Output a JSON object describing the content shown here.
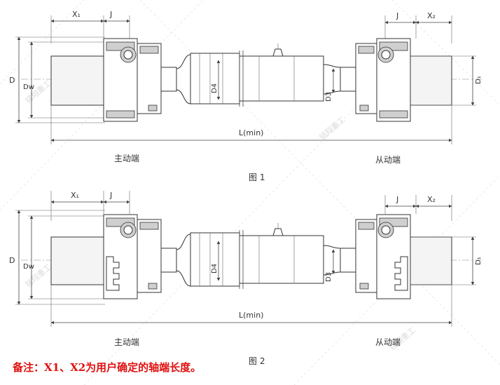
{
  "figure1": {
    "caption": "图 1",
    "labels": {
      "x1": "X₁",
      "j_left": "J",
      "j_right": "J",
      "x2": "X₂",
      "d": "D",
      "dw": "Dᴡ",
      "d1": "D₁",
      "d4": "D4",
      "d3": "D3",
      "l": "L(min)",
      "drive_end": "主动端",
      "driven_end": "从动端"
    }
  },
  "figure2": {
    "caption": "图 2",
    "labels": {
      "x1": "X₁",
      "j_left": "J",
      "j_right": "J",
      "x2": "X₂",
      "d": "D",
      "dw": "Dᴡ",
      "d1": "D₁",
      "d4": "D4",
      "d3": "D3",
      "l": "L(min)",
      "drive_end": "主动端",
      "driven_end": "从动端"
    }
  },
  "watermark": "铭翔重工",
  "note": "备注：X1、X2为用户确定的轴端长度。"
}
